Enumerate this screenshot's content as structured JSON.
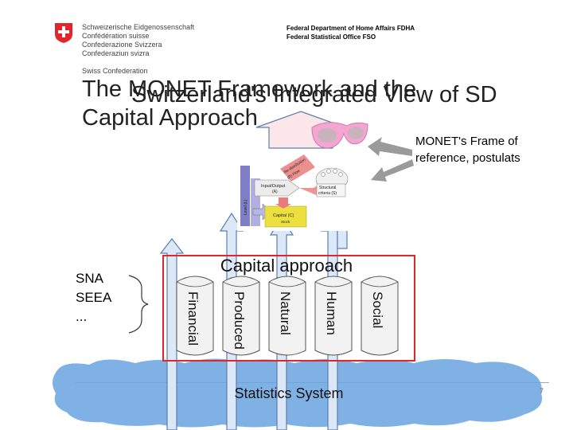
{
  "header": {
    "agency_lines": [
      "Schweizerische Eidgenossenschaft",
      "Confédération suisse",
      "Confederazione Svizzera",
      "Confederaziun svizra",
      "",
      "Swiss Confederation"
    ],
    "department": "Federal Department of Home Affairs FDHA",
    "office": "Federal Statistical Office FSO"
  },
  "title": {
    "line1": "The MONET Framework and the",
    "line2": "Switzerland's Integrated View of SD",
    "line3": "Capital Approach"
  },
  "frame_label": "MONET's Frame of reference, postulats",
  "diagram": {
    "input_output": "Input/Output",
    "input_output_sub": "(A)",
    "structural": "Structural",
    "structural_sub": "criteria (S)",
    "capital": "Capital (C)",
    "capital_sub": "Stock",
    "level": "Level (L)",
    "redistribution": "Re-distribution",
    "flow": "(R) Flow"
  },
  "capital_approach": "Capital approach",
  "capitals": [
    "Social",
    "Human",
    "Natural",
    "Produced",
    "Financial"
  ],
  "sna": [
    "SNA",
    "SEEA",
    "..."
  ],
  "statistics_system": "Statistics System",
  "page_number": "7",
  "colors": {
    "red_border": "#e0262b",
    "arrow_fill": "#dce8f7",
    "arrow_stroke": "#5a7fb0",
    "cloud": "#6aa3e0",
    "cylinder": "#f2f2f2"
  }
}
